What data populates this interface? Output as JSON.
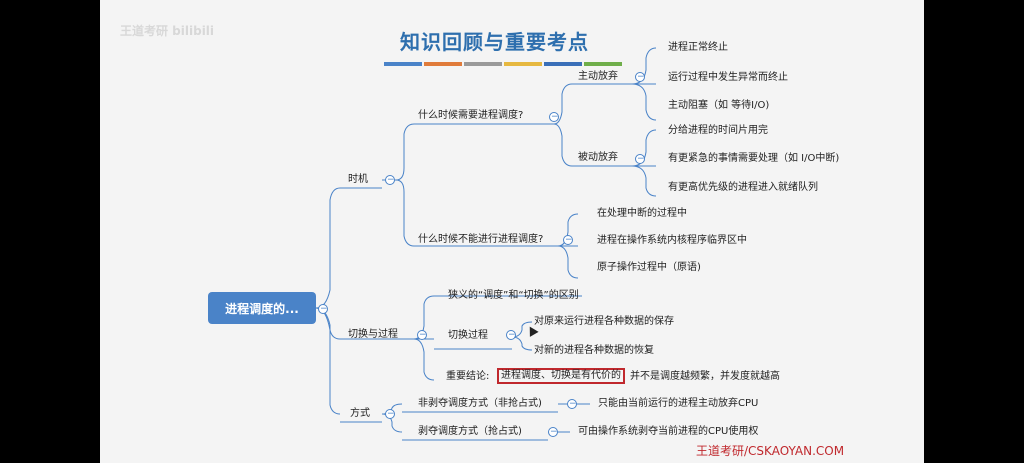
{
  "watermark": "王道考研 bilibili",
  "title": "知识回顾与重要考点",
  "root": "进程调度的...",
  "brand": "王道考研/CSKAOYAN.COM",
  "nodes": {
    "timing": {
      "label": "时机",
      "need": {
        "label": "什么时候需要进程调度?",
        "active": {
          "label": "主动放弃",
          "items": [
            "进程正常终止",
            "运行过程中发生异常而终止",
            "主动阻塞（如 等待I/O)"
          ]
        },
        "passive": {
          "label": "被动放弃",
          "items": [
            "分给进程的时间片用完",
            "有更紧急的事情需要处理（如 I/O中断)",
            "有更高优先级的进程进入就绪队列"
          ]
        }
      },
      "not": {
        "label": "什么时候不能进行进程调度?",
        "items": [
          "在处理中断的过程中",
          "进程在操作系统内核程序临界区中",
          "原子操作过程中（原语)"
        ]
      }
    },
    "switch": {
      "label": "切换与过程",
      "items": [
        "狭义的“调度”和“切换”的区别"
      ],
      "procedure": {
        "label": "切换过程",
        "items": [
          "对原来运行进程各种数据的保存",
          "对新的进程各种数据的恢复"
        ]
      },
      "conclusion": {
        "label": "重要结论:",
        "highlight": "进程调度、切换是有代价的",
        "tail": "并不是调度越频繁，并发度就越高"
      }
    },
    "mode": {
      "label": "方式",
      "non": {
        "label": "非剥夺调度方式（非抢占式)",
        "item": "只能由当前运行的进程主动放弃CPU"
      },
      "pre": {
        "label": "剥夺调度方式（抢占式)",
        "item": "可由操作系统剥夺当前进程的CPU使用权"
      }
    }
  }
}
